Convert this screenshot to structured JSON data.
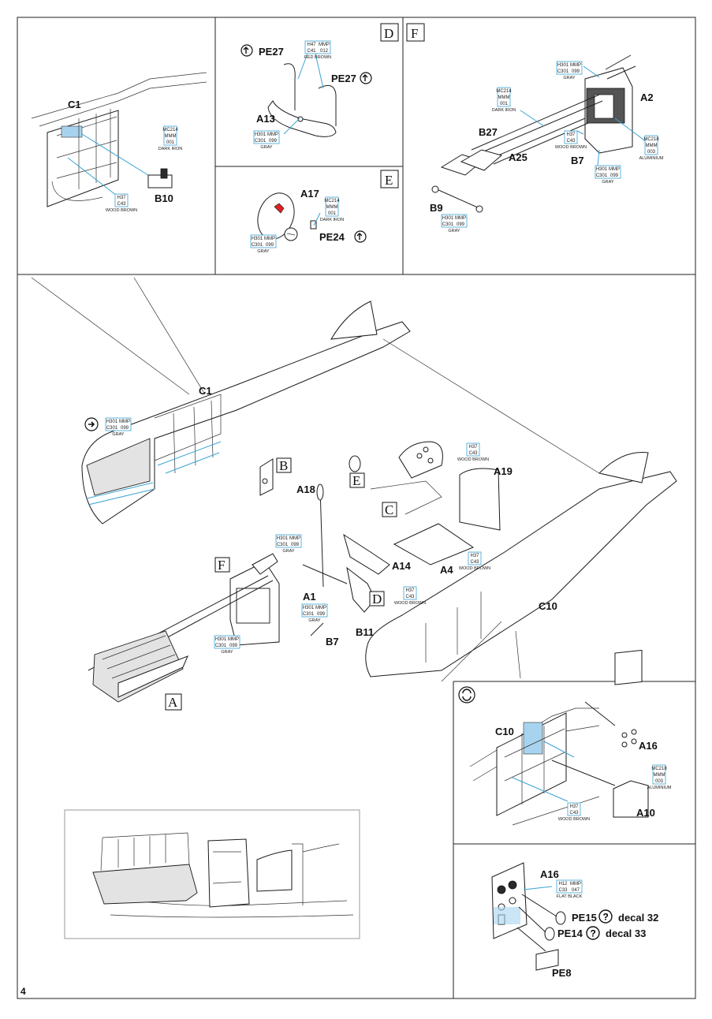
{
  "page_number": "4",
  "part_labels": {
    "c1_top": "C1",
    "b10": "B10",
    "pe27_left": "PE27",
    "pe27_right": "PE27",
    "a13": "A13",
    "a17": "A17",
    "pe24": "PE24",
    "a2": "A2",
    "b27": "B27",
    "a25": "A25",
    "b7_top": "B7",
    "b9": "B9",
    "c1_main": "C1",
    "a18": "A18",
    "a19": "A19",
    "a14": "A14",
    "a4": "A4",
    "a1": "A1",
    "b7_main": "B7",
    "b11": "B11",
    "c10_main": "C10",
    "c10_inset": "C10",
    "a16_inset": "A16",
    "a10": "A10",
    "a16_bottom": "A16",
    "pe15": "PE15",
    "pe14": "PE14",
    "pe8": "PE8",
    "decal_32": "decal 32",
    "decal_33": "decal 33"
  },
  "step_letters": {
    "d_header": "D",
    "f_header": "F",
    "e_header": "E",
    "b_main": "B",
    "e_main": "E",
    "c_main": "C",
    "f_main": "F",
    "d_main": "D",
    "a_main": "A"
  },
  "color_callouts": [
    {
      "codes": [
        "MC214",
        "MMM",
        "001"
      ],
      "name": "DARK IRON"
    },
    {
      "codes": [
        "H37",
        "C43"
      ],
      "name": "WOOD BROWN"
    },
    {
      "codes": [
        "H47",
        "MMP",
        "C41",
        "012"
      ],
      "name": "RED BROWN"
    },
    {
      "codes": [
        "H301",
        "MMP",
        "C301",
        "099"
      ],
      "name": "GRAY"
    },
    {
      "codes": [
        "MC214",
        "MMM",
        "001"
      ],
      "name": "DARK IRON"
    },
    {
      "codes": [
        "H301",
        "MMP",
        "C301",
        "099"
      ],
      "name": "GRAY"
    },
    {
      "codes": [
        "H301",
        "MMP",
        "C301",
        "099"
      ],
      "name": "GRAY"
    },
    {
      "codes": [
        "MC214",
        "MMM",
        "001"
      ],
      "name": "DARK IRON"
    },
    {
      "codes": [
        "H37",
        "C43"
      ],
      "name": "WOOD BROWN"
    },
    {
      "codes": [
        "MC218",
        "MMM",
        "003"
      ],
      "name": "ALUMINIUM"
    },
    {
      "codes": [
        "H301",
        "MMP",
        "C301",
        "099"
      ],
      "name": "GRAY"
    },
    {
      "codes": [
        "H301",
        "MMP",
        "C301",
        "099"
      ],
      "name": "GRAY"
    },
    {
      "codes": [
        "H301",
        "MMP",
        "C301",
        "099"
      ],
      "name": "GRAY"
    },
    {
      "codes": [
        "H37",
        "C43"
      ],
      "name": "WOOD BROWN"
    },
    {
      "codes": [
        "H301",
        "MMP",
        "C301",
        "099"
      ],
      "name": "GRAY"
    },
    {
      "codes": [
        "H37",
        "C43"
      ],
      "name": "WOOD BROWN"
    },
    {
      "codes": [
        "H301",
        "MMP",
        "C301",
        "099"
      ],
      "name": "GRAY"
    },
    {
      "codes": [
        "H37",
        "C43"
      ],
      "name": "WOOD BROWN"
    },
    {
      "codes": [
        "H301",
        "MMP",
        "C301",
        "099"
      ],
      "name": "GRAY"
    },
    {
      "codes": [
        "MC218",
        "MMM",
        "003"
      ],
      "name": "ALUMINIUM"
    },
    {
      "codes": [
        "H37",
        "C43"
      ],
      "name": "WOOD BROWN"
    },
    {
      "codes": [
        "H12",
        "MMP",
        "C33",
        "047"
      ],
      "name": "FLAT BLACK"
    }
  ],
  "icons": {
    "flip_up": "flip-up-icon",
    "question": "optional-part-icon",
    "view_direction": "view-direction-icon",
    "rotate": "rotate-view-icon"
  },
  "colors": {
    "callout_border": "#3aa4d4",
    "gunze_text": "#1a9a4a",
    "tamiya_text": "#111111",
    "highlight_fill": "#a7d3ee",
    "frame": "#222222"
  }
}
